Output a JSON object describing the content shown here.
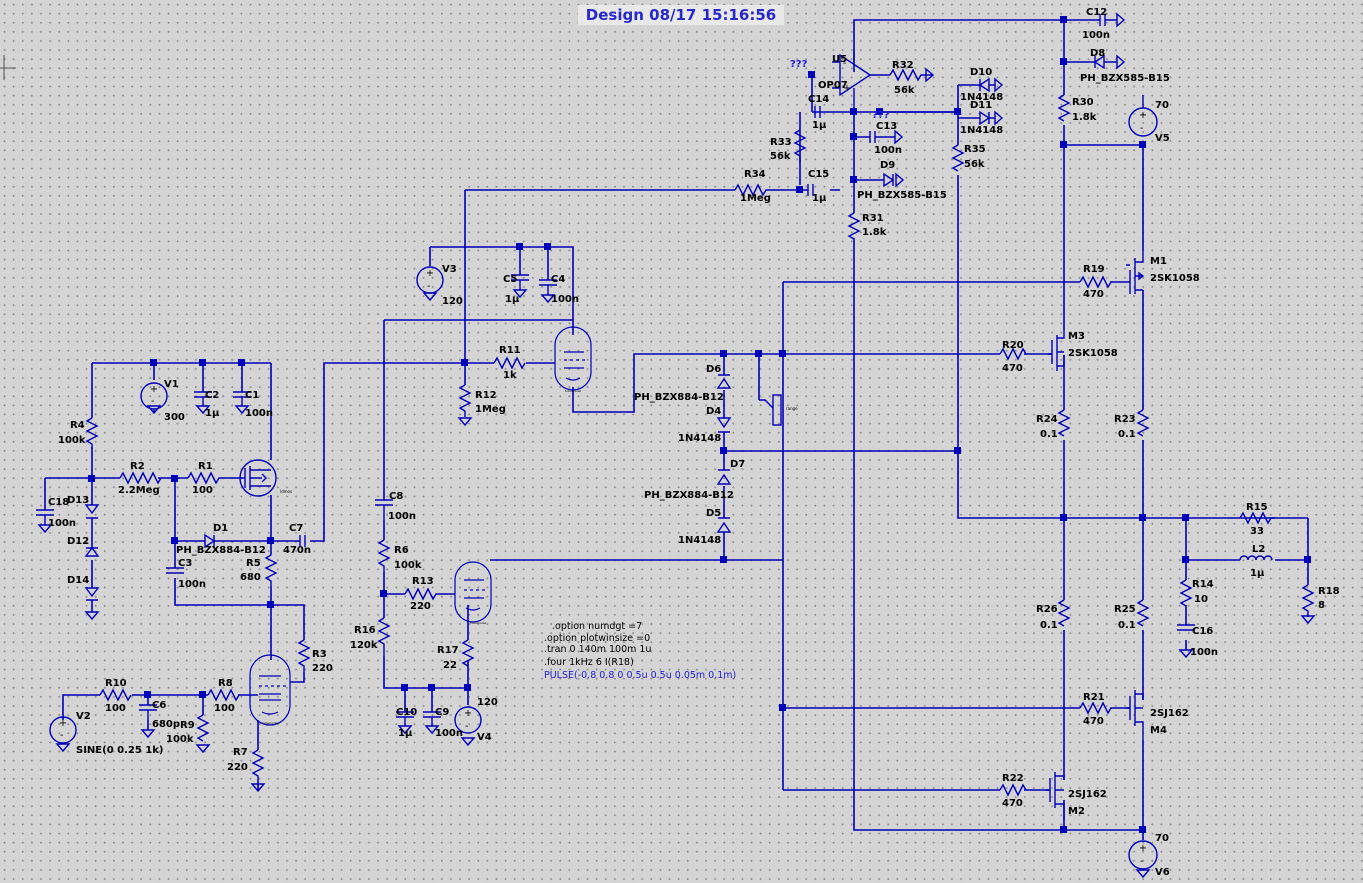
{
  "title": "Design  08/17  15:16:56",
  "components": {
    "C12": {
      "ref": "C12",
      "val": "100n"
    },
    "D8": {
      "ref": "D8",
      "val": "PH_BZX585-B15"
    },
    "U5": {
      "ref": "U5",
      "val": "OP07"
    },
    "R32": {
      "ref": "R32",
      "val": "56k"
    },
    "D10": {
      "ref": "D10",
      "val": "1N4148"
    },
    "D11": {
      "ref": "D11",
      "val": "1N4148"
    },
    "R30": {
      "ref": "R30",
      "val": "1.8k"
    },
    "V5": {
      "ref": "V5",
      "val": "70"
    },
    "C14": {
      "ref": "C14",
      "val": "1µ"
    },
    "C13": {
      "ref": "C13",
      "val": "100n"
    },
    "R33": {
      "ref": "R33",
      "val": "56k"
    },
    "R35": {
      "ref": "R35",
      "val": "56k"
    },
    "R34": {
      "ref": "R34",
      "val": "1Meg"
    },
    "C15": {
      "ref": "C15",
      "val": "1µ"
    },
    "D9": {
      "ref": "D9",
      "val": "PH_BZX585-B15"
    },
    "R31": {
      "ref": "R31",
      "val": "1.8k"
    },
    "V3": {
      "ref": "V3",
      "val": "120"
    },
    "C5": {
      "ref": "C5",
      "val": "1µ"
    },
    "C4": {
      "ref": "C4",
      "val": "100n"
    },
    "M1": {
      "ref": "M1",
      "val": "2SK1058"
    },
    "R19": {
      "ref": "R19",
      "val": "470"
    },
    "M3": {
      "ref": "M3",
      "val": "2SK1058"
    },
    "R20": {
      "ref": "R20",
      "val": "470"
    },
    "V1": {
      "ref": "V1",
      "val": "300"
    },
    "C2": {
      "ref": "C2",
      "val": "1µ"
    },
    "C1": {
      "ref": "C1",
      "val": "100n"
    },
    "R11": {
      "ref": "R11",
      "val": "1k"
    },
    "R12": {
      "ref": "R12",
      "val": "1Meg"
    },
    "D6": {
      "ref": "D6",
      "val": "PH_BZX884-B12"
    },
    "D4": {
      "ref": "D4",
      "val": "1N4148"
    },
    "R4": {
      "ref": "R4",
      "val": "100k"
    },
    "R2": {
      "ref": "R2",
      "val": "2.2Meg"
    },
    "R1": {
      "ref": "R1",
      "val": "100"
    },
    "C18": {
      "ref": "C18",
      "val": "100n"
    },
    "D13": {
      "ref": "D13",
      "val": ""
    },
    "D12": {
      "ref": "D12",
      "val": ""
    },
    "D14": {
      "ref": "D14",
      "val": ""
    },
    "D1": {
      "ref": "D1",
      "val": "PH_BZX884-B12"
    },
    "C7": {
      "ref": "C7",
      "val": "470n"
    },
    "C3": {
      "ref": "C3",
      "val": "100n"
    },
    "R5": {
      "ref": "R5",
      "val": "680"
    },
    "C8": {
      "ref": "C8",
      "val": "100n"
    },
    "R24": {
      "ref": "R24",
      "val": "0.1"
    },
    "R23": {
      "ref": "R23",
      "val": "0.1"
    },
    "D7": {
      "ref": "D7",
      "val": "PH_BZX884-B12"
    },
    "D5": {
      "ref": "D5",
      "val": "1N4148"
    },
    "R6": {
      "ref": "R6",
      "val": "100k"
    },
    "R13": {
      "ref": "R13",
      "val": "220"
    },
    "R15": {
      "ref": "R15",
      "val": "33"
    },
    "L2": {
      "ref": "L2",
      "val": "1µ"
    },
    "R14": {
      "ref": "R14",
      "val": "10"
    },
    "R18": {
      "ref": "R18",
      "val": "8"
    },
    "R16": {
      "ref": "R16",
      "val": "120k"
    },
    "R17": {
      "ref": "R17",
      "val": "22"
    },
    "R26": {
      "ref": "R26",
      "val": "0.1"
    },
    "R25": {
      "ref": "R25",
      "val": "0.1"
    },
    "C16": {
      "ref": "C16",
      "val": "100n"
    },
    "R3": {
      "ref": "R3",
      "val": "220"
    },
    "R10": {
      "ref": "R10",
      "val": "100"
    },
    "C6": {
      "ref": "C6",
      "val": "680p"
    },
    "R8": {
      "ref": "R8",
      "val": "100"
    },
    "R9": {
      "ref": "R9",
      "val": "100k"
    },
    "V2": {
      "ref": "V2",
      "val": "SINE(0 0.25 1k)"
    },
    "R7": {
      "ref": "R7",
      "val": "220"
    },
    "C10": {
      "ref": "C10",
      "val": "1µ"
    },
    "C9": {
      "ref": "C9",
      "val": "100n"
    },
    "V4": {
      "ref": "V4",
      "val": "120"
    },
    "R21": {
      "ref": "R21",
      "val": "470"
    },
    "M4": {
      "ref": "M4",
      "val": "2SJ162"
    },
    "R22": {
      "ref": "R22",
      "val": "470"
    },
    "M2": {
      "ref": "M2",
      "val": "2SJ162"
    },
    "V6": {
      "ref": "V6",
      "val": "70"
    }
  },
  "unknown_marks": [
    "???",
    "???",
    "???"
  ],
  "directives": [
    ".option numdgt =7",
    ".option plotwinsize =0",
    ".tran 0 140m 100m 1u",
    ".four 1kHz 6  I(R18)"
  ],
  "pulse": "PULSE(-0.8 0.8 0 0.5u 0.5u 0.05m 0.1m)",
  "colors": {
    "wire": "#0000b8",
    "background": "#d4d4d4",
    "title": "#2828c8",
    "directive": "#2020d0"
  }
}
